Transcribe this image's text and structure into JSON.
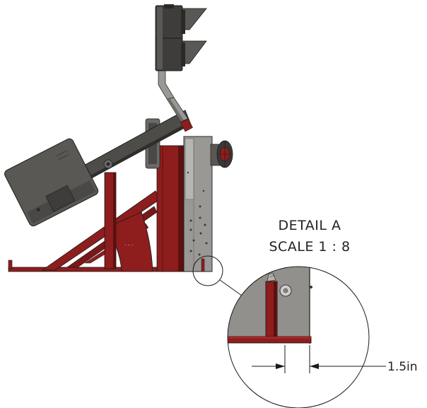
{
  "detail": {
    "title": "DETAIL A",
    "scale": "SCALE 1 : 8"
  },
  "dimension": {
    "value": "1.5in"
  },
  "colors": {
    "machine_red": "#8e1d1d",
    "machine_red_dark": "#5c1010",
    "housing_gray": "#5a5855",
    "housing_gray_dark": "#3a3937",
    "panel_gray": "#9a9894",
    "line": "#1a1a1a"
  }
}
